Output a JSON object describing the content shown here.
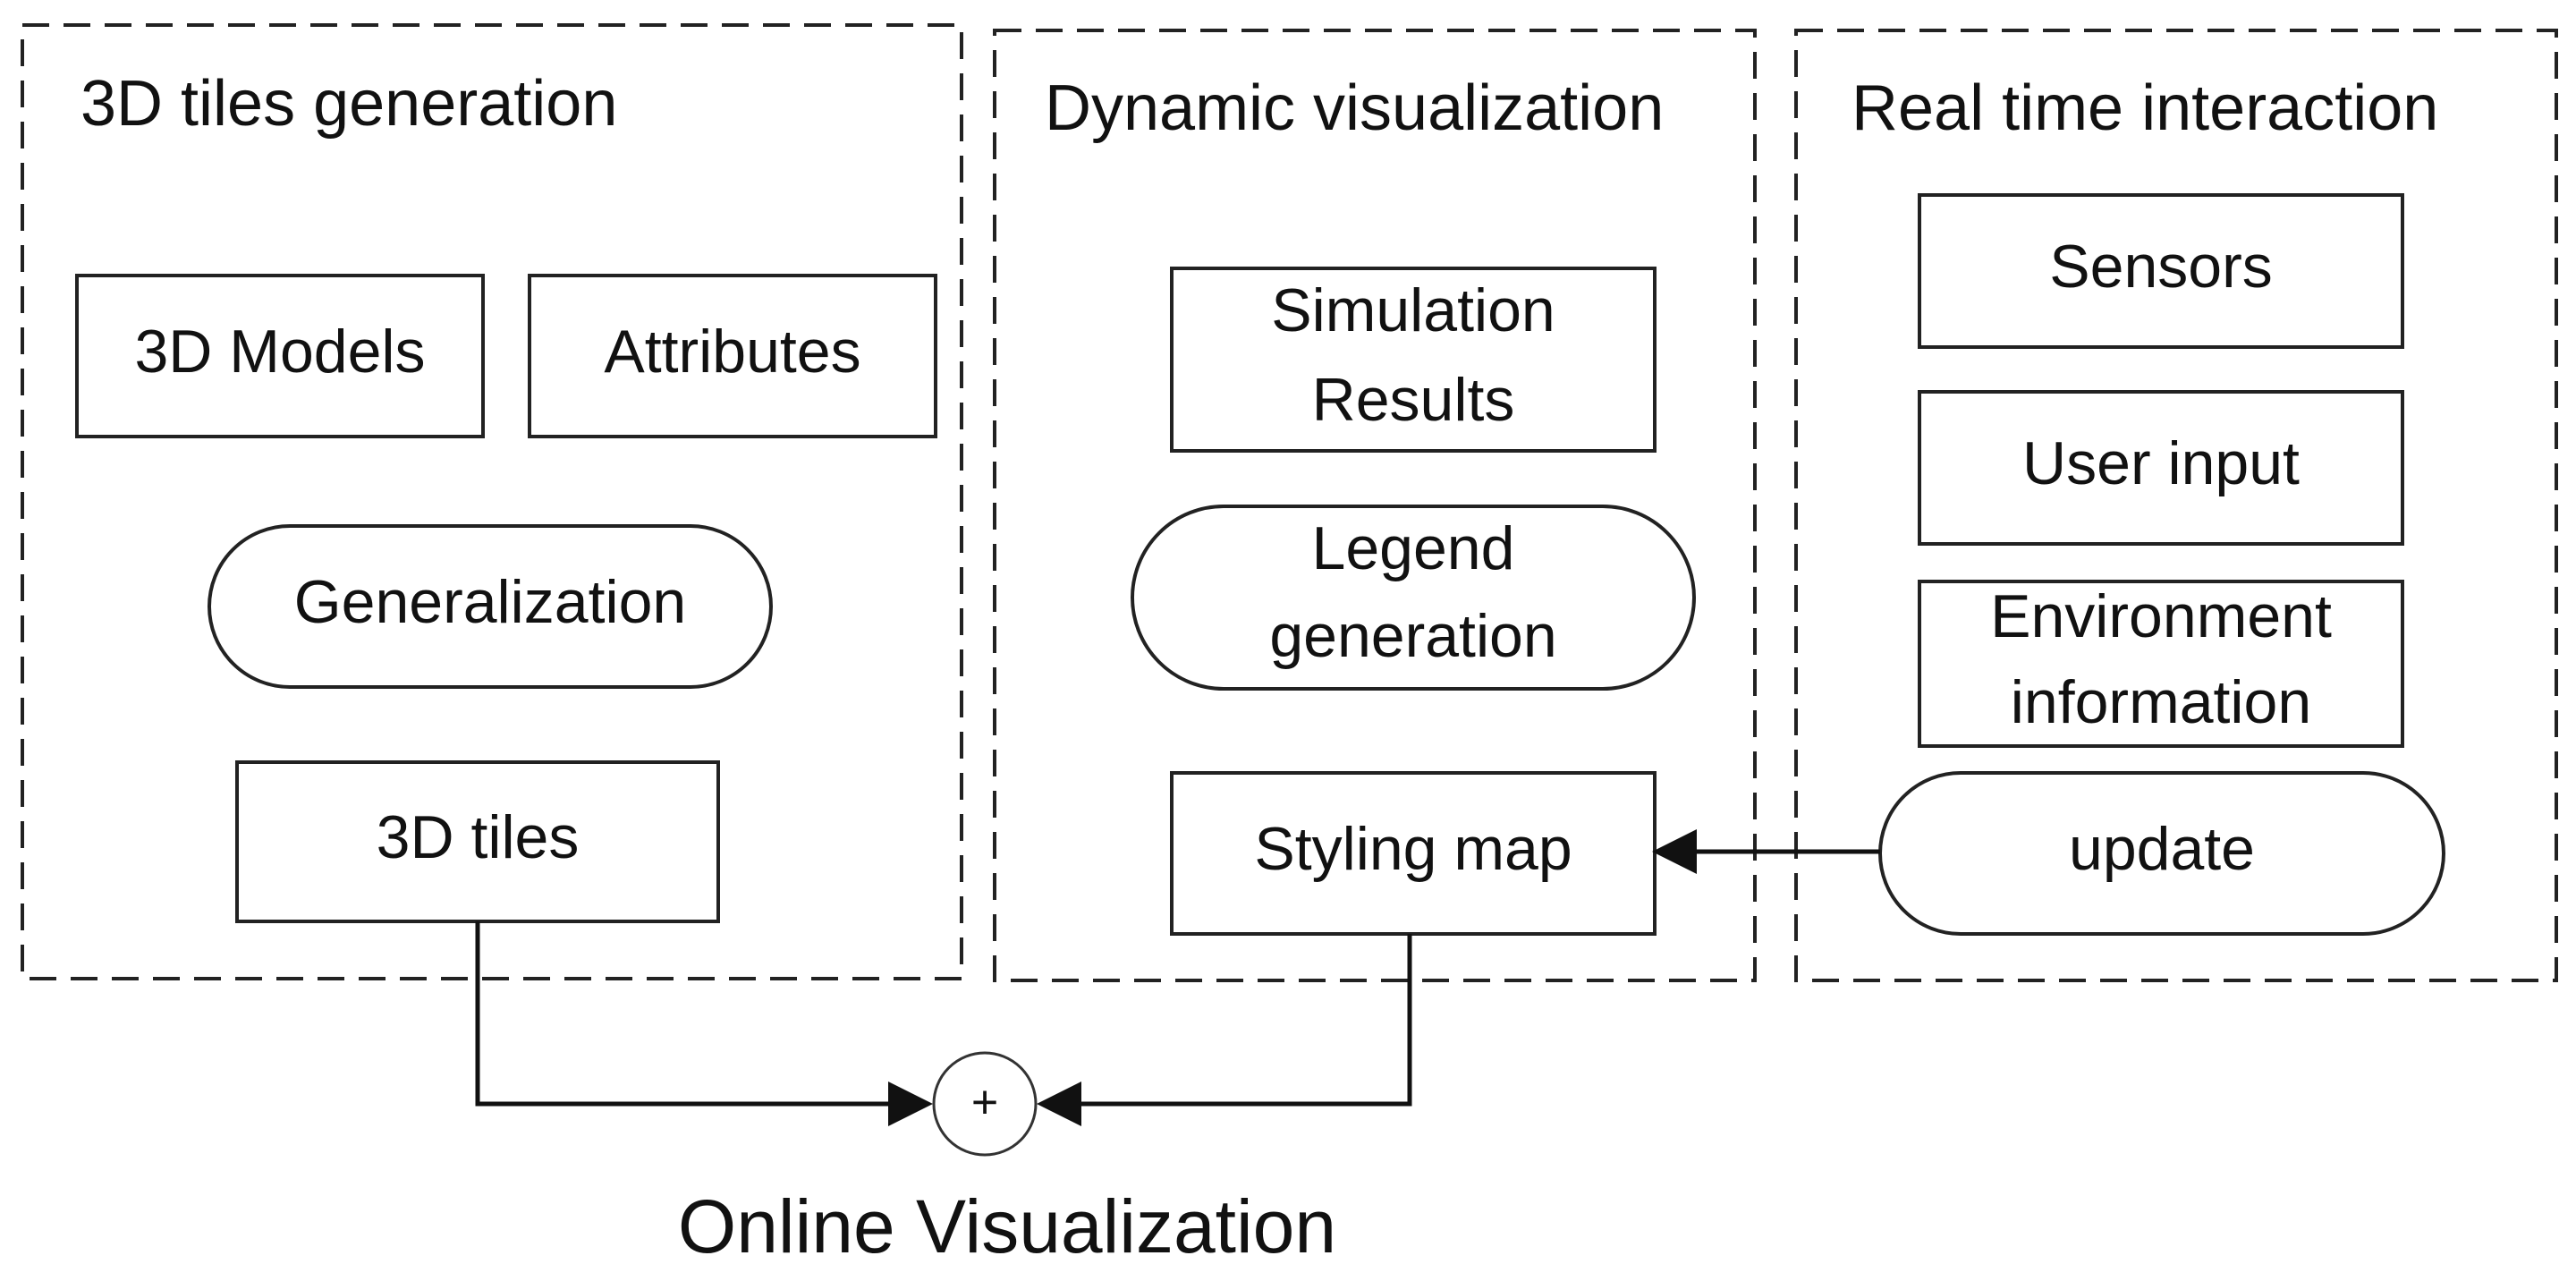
{
  "groups": {
    "tiles_generation": {
      "title": "3D tiles generation"
    },
    "dynamic_visualization": {
      "title": "Dynamic visualization"
    },
    "real_time_interaction": {
      "title": "Real time interaction"
    }
  },
  "nodes": {
    "models": {
      "label": "3D Models"
    },
    "attributes": {
      "label": "Attributes"
    },
    "generalization": {
      "label": "Generalization"
    },
    "tiles": {
      "label": "3D tiles"
    },
    "simulation": {
      "line1": "Simulation",
      "line2": "Results"
    },
    "legend": {
      "line1": "Legend",
      "line2": "generation"
    },
    "styling": {
      "label": "Styling map"
    },
    "sensors": {
      "label": "Sensors"
    },
    "user_input": {
      "label": "User input"
    },
    "environment": {
      "line1": "Environment",
      "line2": "information"
    },
    "update": {
      "label": "update"
    }
  },
  "combine": {
    "symbol": "+"
  },
  "caption": "Online Visualization"
}
